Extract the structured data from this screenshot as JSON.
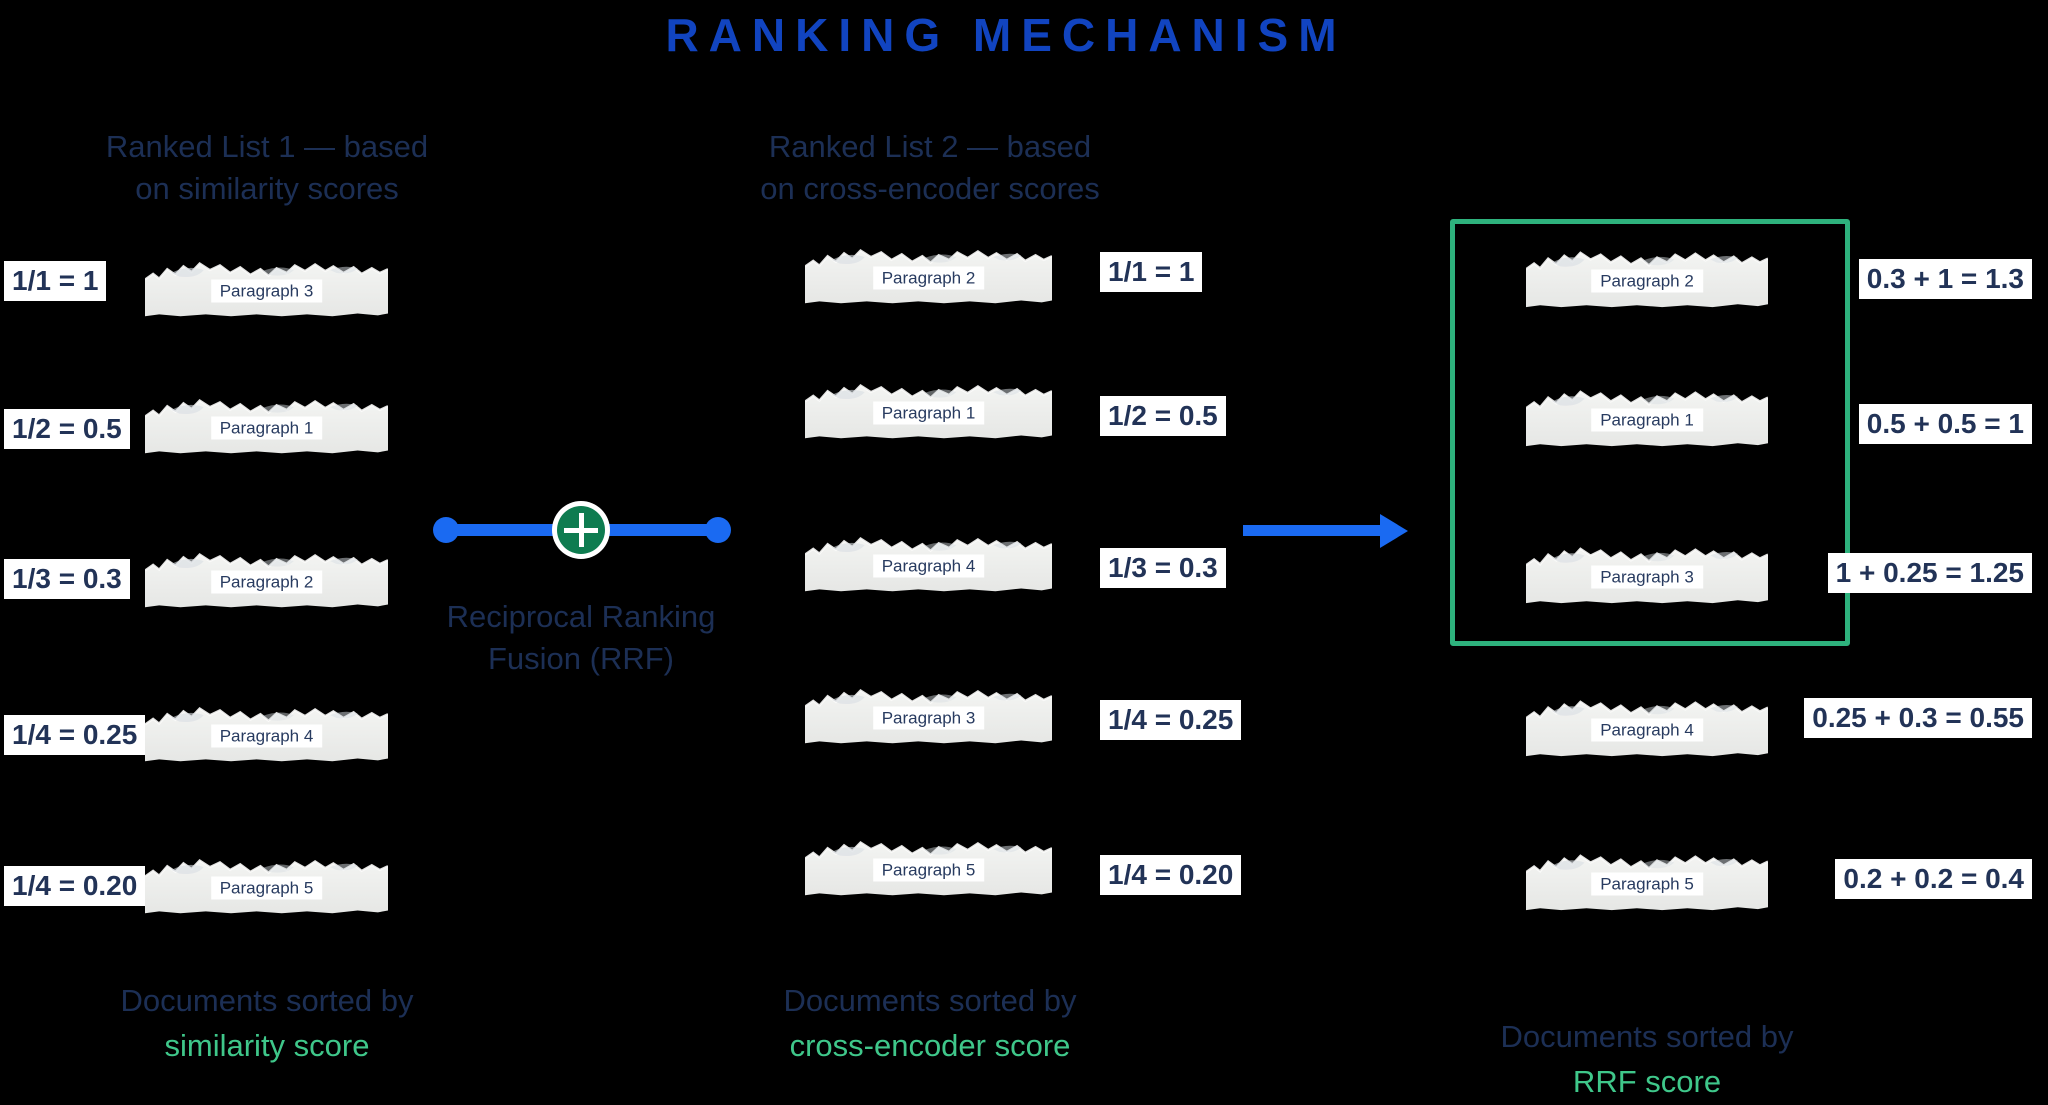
{
  "title": "RANKING MECHANISM",
  "colors": {
    "background": "#000000",
    "title_blue": "#1144c0",
    "navy_text": "#1c2f55",
    "accent_blue": "#1a6af2",
    "green_text": "#3fc78a",
    "green_box_border": "#2eb27d",
    "plus_circle_green": "#0e7c50",
    "score_badge_bg": "#ffffff",
    "paper_fill": "#ededeb"
  },
  "fusion": {
    "label_line1": "Reciprocal Ranking",
    "label_line2": "Fusion (RRF)",
    "icon": "plus-in-circle-icon"
  },
  "columns": [
    {
      "id": "ranked-list-1",
      "header_line1": "Ranked List 1 — based",
      "header_line2": "on similarity scores",
      "rows": [
        {
          "doc": "Paragraph 3",
          "score": "1/1 = 1"
        },
        {
          "doc": "Paragraph 1",
          "score": "1/2 = 0.5"
        },
        {
          "doc": "Paragraph 2",
          "score": "1/3 = 0.3"
        },
        {
          "doc": "Paragraph 4",
          "score": "1/4 = 0.25"
        },
        {
          "doc": "Paragraph 5",
          "score": "1/4 = 0.20"
        }
      ],
      "caption_line1": "Documents sorted by",
      "caption_line2": "similarity score"
    },
    {
      "id": "ranked-list-2",
      "header_line1": "Ranked List 2 — based",
      "header_line2": "on cross-encoder scores",
      "rows": [
        {
          "doc": "Paragraph 2",
          "score": "1/1 = 1"
        },
        {
          "doc": "Paragraph 1",
          "score": "1/2 = 0.5"
        },
        {
          "doc": "Paragraph 4",
          "score": "1/3 = 0.3"
        },
        {
          "doc": "Paragraph 3",
          "score": "1/4 = 0.25"
        },
        {
          "doc": "Paragraph 5",
          "score": "1/4 = 0.20"
        }
      ],
      "caption_line1": "Documents sorted by",
      "caption_line2": "cross-encoder score"
    },
    {
      "id": "rrf-result",
      "header_line1": "",
      "header_line2": "",
      "rows": [
        {
          "doc": "Paragraph 2",
          "score": "0.3 + 1 = 1.3",
          "highlighted": true
        },
        {
          "doc": "Paragraph 1",
          "score": "0.5 + 0.5 = 1",
          "highlighted": true
        },
        {
          "doc": "Paragraph 3",
          "score": "1 + 0.25 = 1.25",
          "highlighted": true
        },
        {
          "doc": "Paragraph 4",
          "score": "0.25 + 0.3 = 0.55",
          "highlighted": false
        },
        {
          "doc": "Paragraph 5",
          "score": "0.2 + 0.2 = 0.4",
          "highlighted": false
        }
      ],
      "caption_line1": "Documents sorted by",
      "caption_line2": "RRF score"
    }
  ]
}
